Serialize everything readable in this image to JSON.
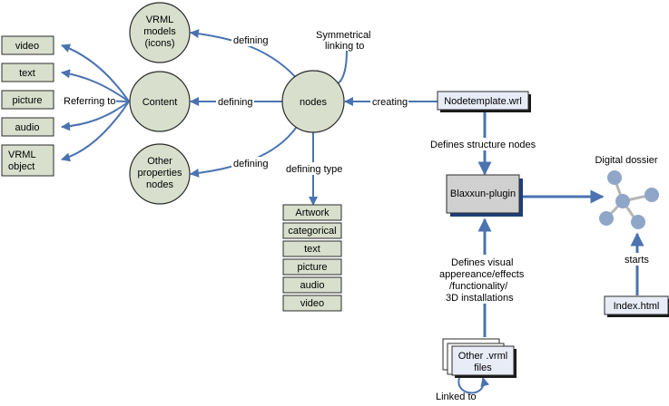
{
  "nodes": {
    "vrml_models": [
      "VRML",
      "models",
      "(icons)"
    ],
    "content": "Content",
    "other_props": [
      "Other",
      "properties",
      "nodes"
    ],
    "nodes": "nodes",
    "nodetemplate": "Nodetemplate.wrl",
    "blaxxun": "Blaxxun-plugin",
    "index": "Index.html",
    "other_vrml": [
      "Other .vrml",
      "files"
    ],
    "dossier": "Digital dossier"
  },
  "content_types": [
    "video",
    "text",
    "picture",
    "audio",
    "VRML object"
  ],
  "artwork_list": [
    "Artwork",
    "categorical",
    "text",
    "picture",
    "audio",
    "video"
  ],
  "edges": {
    "defining_vrml": "defining",
    "defining_content": "defining",
    "defining_other": "defining",
    "symmetrical": [
      "Symmetrical",
      "linking to"
    ],
    "creating": "creating",
    "referring": "Referring to",
    "defining_type": "defining type",
    "defines_structure": "Defines structure nodes",
    "defines_visual": [
      "Defines visual",
      "appereance/effects",
      "/functionality/",
      "3D installations"
    ],
    "starts": "starts",
    "linked_to": "Linked to"
  },
  "colors": {
    "accent": "#4a73b0",
    "node_fill": "#d8dfcd",
    "dossier": "#8fa6c8"
  }
}
